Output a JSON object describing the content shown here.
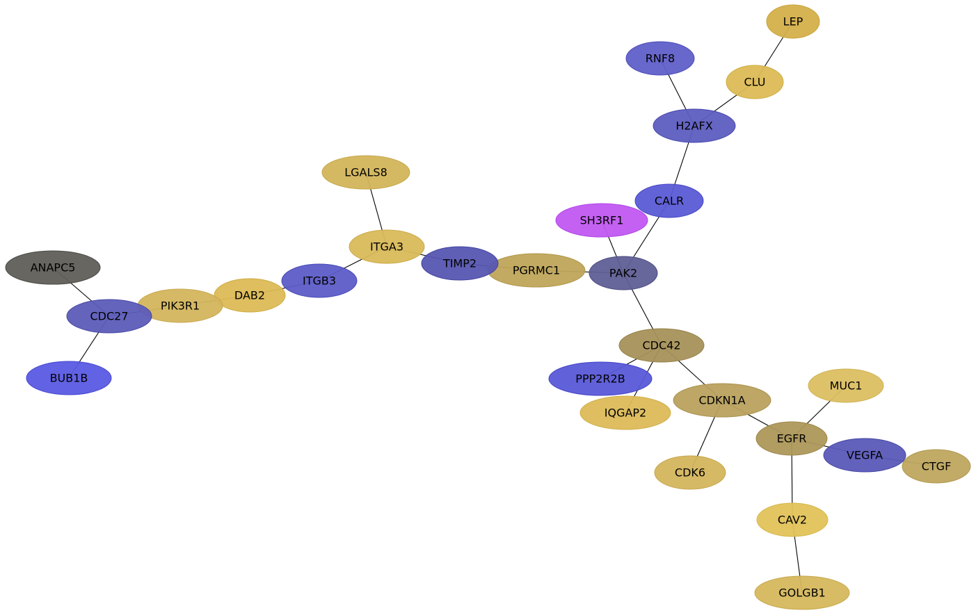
{
  "graph": {
    "nodes": [
      {
        "id": "LEP",
        "label": "LEP",
        "color": "#d4b04a",
        "stroke": "#c9a43a"
      },
      {
        "id": "CLU",
        "label": "CLU",
        "color": "#dcbb55",
        "stroke": "#cfae44"
      },
      {
        "id": "RNF8",
        "label": "RNF8",
        "color": "#5f5fc9",
        "stroke": "#4a4ab8"
      },
      {
        "id": "H2AFX",
        "label": "H2AFX",
        "color": "#5d5dc0",
        "stroke": "#4646ad"
      },
      {
        "id": "CALR",
        "label": "CALR",
        "color": "#5b5bd6",
        "stroke": "#4545c6"
      },
      {
        "id": "SH3RF1",
        "label": "SH3RF1",
        "color": "#c158f2",
        "stroke": "#b044e6"
      },
      {
        "id": "PAK2",
        "label": "PAK2",
        "color": "#5f5f96",
        "stroke": "#4b4b82"
      },
      {
        "id": "PGRMC1",
        "label": "PGRMC1",
        "color": "#bfa55a",
        "stroke": "#b29648"
      },
      {
        "id": "TIMP2",
        "label": "TIMP2",
        "color": "#5656b2",
        "stroke": "#4343a0"
      },
      {
        "id": "LGALS8",
        "label": "LGALS8",
        "color": "#d3b55a",
        "stroke": "#c6a849"
      },
      {
        "id": "ITGA3",
        "label": "ITGA3",
        "color": "#d9b95a",
        "stroke": "#cca948"
      },
      {
        "id": "ITGB3",
        "label": "ITGB3",
        "color": "#5c5cc8",
        "stroke": "#4848b7"
      },
      {
        "id": "DAB2",
        "label": "DAB2",
        "color": "#dcbb55",
        "stroke": "#cfab40"
      },
      {
        "id": "PIK3R1",
        "label": "PIK3R1",
        "color": "#d4b55d",
        "stroke": "#c7a84d"
      },
      {
        "id": "ANAPC5",
        "label": "ANAPC5",
        "color": "#5f5e59",
        "stroke": "#4a4945"
      },
      {
        "id": "CDC27",
        "label": "CDC27",
        "color": "#5c5cb9",
        "stroke": "#4747a6"
      },
      {
        "id": "BUB1B",
        "label": "BUB1B",
        "color": "#5a5ae3",
        "stroke": "#4545d2"
      },
      {
        "id": "CDC42",
        "label": "CDC42",
        "color": "#a69158",
        "stroke": "#958048"
      },
      {
        "id": "PPP2R2B",
        "label": "PPP2R2B",
        "color": "#5858d8",
        "stroke": "#4444c8"
      },
      {
        "id": "IQGAP2",
        "label": "IQGAP2",
        "color": "#dcbb58",
        "stroke": "#cfae47"
      },
      {
        "id": "CDKN1A",
        "label": "CDKN1A",
        "color": "#b9a15e",
        "stroke": "#aa924e"
      },
      {
        "id": "CDK6",
        "label": "CDK6",
        "color": "#d4b55d",
        "stroke": "#c6a64c"
      },
      {
        "id": "MUC1",
        "label": "MUC1",
        "color": "#dcbf62",
        "stroke": "#cfb251"
      },
      {
        "id": "EGFR",
        "label": "EGFR",
        "color": "#ad975a",
        "stroke": "#9d874a"
      },
      {
        "id": "VEGFA",
        "label": "VEGFA",
        "color": "#5a5ab8",
        "stroke": "#4444a5"
      },
      {
        "id": "CTGF",
        "label": "CTGF",
        "color": "#bea65e",
        "stroke": "#b0974d"
      },
      {
        "id": "CAV2",
        "label": "CAV2",
        "color": "#e2c35a",
        "stroke": "#d6b649"
      },
      {
        "id": "GOLGB1",
        "label": "GOLGB1",
        "color": "#d5b75d",
        "stroke": "#c8a94c"
      }
    ],
    "edges": [
      [
        "LEP",
        "CLU"
      ],
      [
        "CLU",
        "H2AFX"
      ],
      [
        "RNF8",
        "H2AFX"
      ],
      [
        "H2AFX",
        "CALR"
      ],
      [
        "CALR",
        "PAK2"
      ],
      [
        "SH3RF1",
        "PAK2"
      ],
      [
        "PGRMC1",
        "PAK2"
      ],
      [
        "TIMP2",
        "PGRMC1"
      ],
      [
        "ITGA3",
        "TIMP2"
      ],
      [
        "LGALS8",
        "ITGA3"
      ],
      [
        "ITGB3",
        "ITGA3"
      ],
      [
        "DAB2",
        "ITGB3"
      ],
      [
        "PIK3R1",
        "DAB2"
      ],
      [
        "CDC27",
        "PIK3R1"
      ],
      [
        "ANAPC5",
        "CDC27"
      ],
      [
        "CDC27",
        "BUB1B"
      ],
      [
        "PAK2",
        "CDC42"
      ],
      [
        "CDC42",
        "PPP2R2B"
      ],
      [
        "CDC42",
        "IQGAP2"
      ],
      [
        "CDC42",
        "CDKN1A"
      ],
      [
        "CDKN1A",
        "CDK6"
      ],
      [
        "CDKN1A",
        "EGFR"
      ],
      [
        "MUC1",
        "EGFR"
      ],
      [
        "EGFR",
        "VEGFA"
      ],
      [
        "VEGFA",
        "CTGF"
      ],
      [
        "EGFR",
        "CAV2"
      ],
      [
        "CAV2",
        "GOLGB1"
      ]
    ]
  }
}
